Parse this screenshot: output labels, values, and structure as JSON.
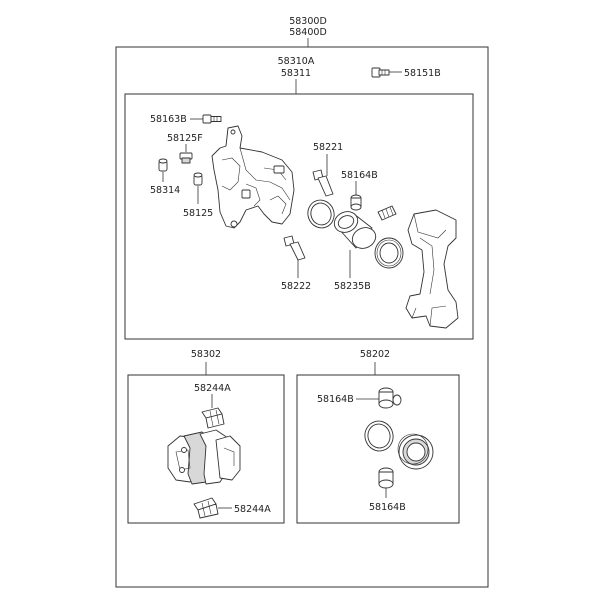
{
  "labels": {
    "assembly_top": "58300D",
    "assembly_bottom": "58400D",
    "caliper_assy_top": "58310A",
    "caliper_assy_bottom": "58311",
    "bolt_58151B": "58151B",
    "bolt_58163B": "58163B",
    "cap_58125F": "58125F",
    "cap_58314": "58314",
    "nipple_58125": "58125",
    "pin_58221": "58221",
    "boot_58164B_upper": "58164B",
    "pin_58222": "58222",
    "piston_58235B": "58235B",
    "pad_kit": "58302",
    "clip_upper": "58244A",
    "clip_lower": "58244A",
    "seal_kit": "58202",
    "boot_kit_upper": "58164B",
    "boot_kit_lower": "58164B"
  }
}
